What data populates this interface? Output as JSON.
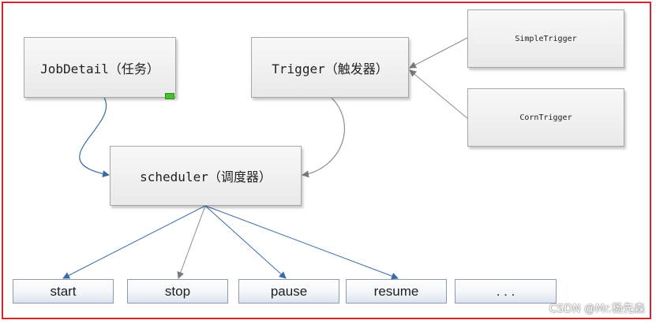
{
  "nodes": {
    "jobdetail": "JobDetail（任务）",
    "trigger": "Trigger（触发器）",
    "scheduler": "scheduler（调度器）",
    "simple_trigger": "SimpleTrigger",
    "corn_trigger": "CornTrigger"
  },
  "actions": [
    "start",
    "stop",
    "pause",
    "resume",
    ". . ."
  ],
  "watermark": "CSDN @Mr.杨先森",
  "colors": {
    "frame": "#d6262b",
    "connector_gray": "#8c8c8c",
    "connector_blue": "#3b6aa8",
    "handle": "#44c12e"
  }
}
